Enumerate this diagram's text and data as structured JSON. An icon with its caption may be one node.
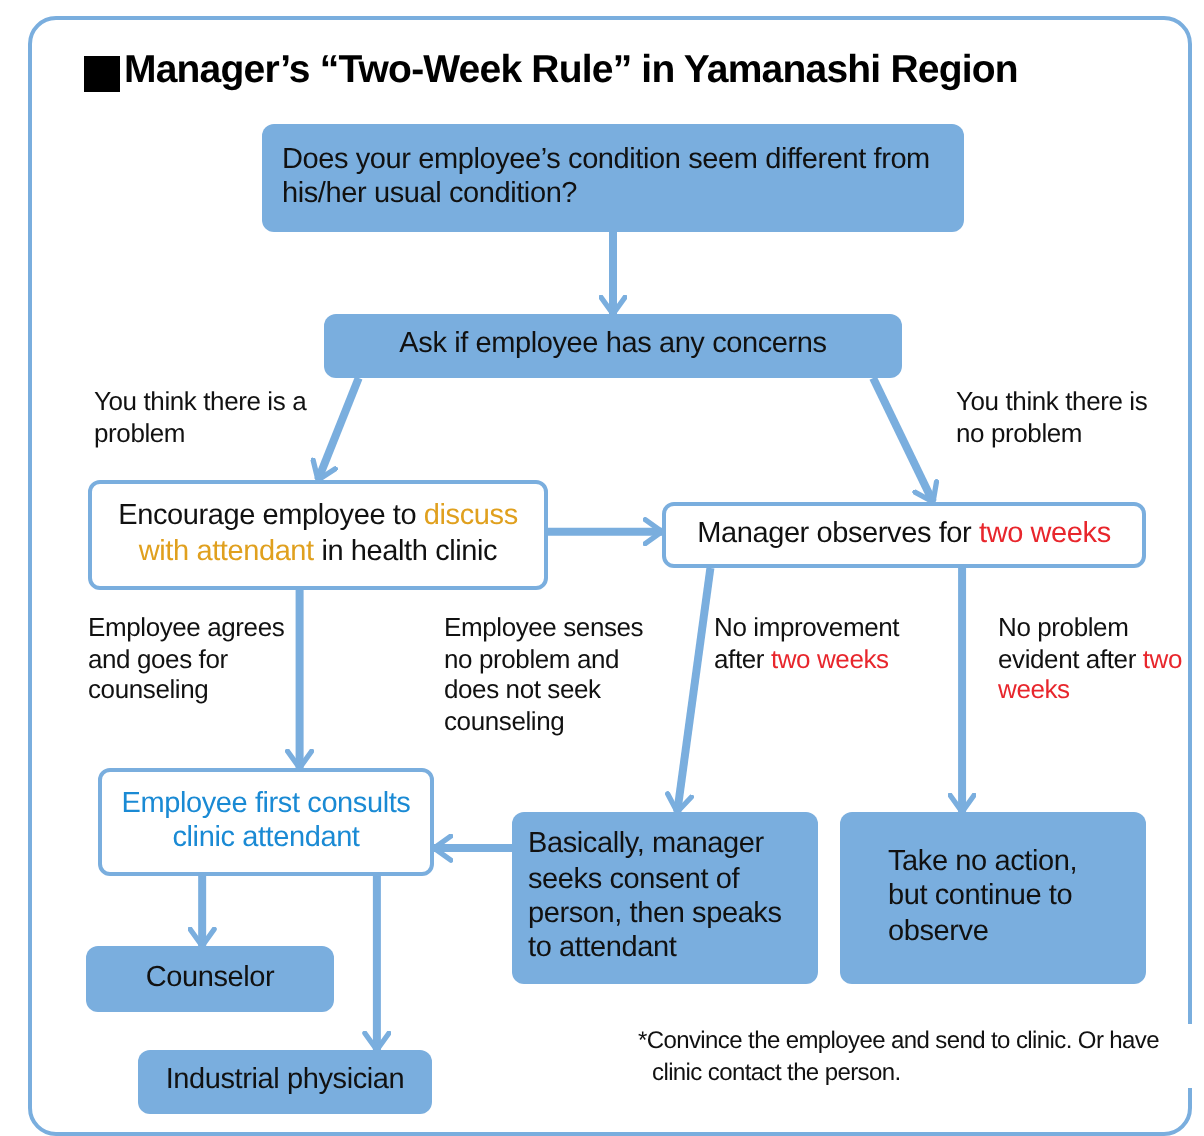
{
  "diagram": {
    "title": "Manager’s “Two-Week Rule” in Yamanashi Region",
    "nodes": [
      {
        "text": [
          "Does your employee’s condition seem different from his/her usual condition?"
        ]
      },
      {
        "text": [
          "Ask if employee has any concerns"
        ]
      },
      {
        "text": [
          "Encourage employee to *discuss with attendant* in health clinic"
        ]
      },
      {
        "text": [
          "Manager observes for *two weeks*"
        ]
      },
      {
        "text": [
          "Employee first consults clinic attendant"
        ]
      },
      {
        "text": [
          "Basically, manager seeks consent of person, then speaks to attendant"
        ]
      },
      {
        "text": [
          "Take no action, but continue to observe"
        ]
      },
      {
        "text": [
          "Counselor"
        ]
      },
      {
        "text": [
          "Industrial physician"
        ]
      }
    ],
    "edges": [
      {
        "from": 0,
        "to": 1,
        "arrow": "to"
      },
      {
        "from": 1,
        "to": 2,
        "arrow": "to",
        "label": "You think there is a problem"
      },
      {
        "from": 1,
        "to": 3,
        "arrow": "to",
        "label": "You think there is no problem"
      },
      {
        "from": 2,
        "to": 3,
        "arrow": "to"
      },
      {
        "from": 2,
        "to": 4,
        "arrow": "to",
        "label": "Employee agrees and goes for counseling"
      },
      {
        "from": 3,
        "to": 5,
        "arrow": "to",
        "label": "No improvement after *two weeks*"
      },
      {
        "from": 3,
        "to": 6,
        "arrow": "to",
        "label": "No problem evident after *two weeks*"
      },
      {
        "from": 5,
        "to": 4,
        "arrow": "to"
      },
      {
        "from": 4,
        "to": 7,
        "arrow": "to"
      },
      {
        "from": 4,
        "to": 8,
        "arrow": "to"
      }
    ],
    "labels": [
      "Employee senses no problem and does not seek counseling",
      "*Convince the employee and send to clinic. Or have clinic contact the person."
    ]
  }
}
